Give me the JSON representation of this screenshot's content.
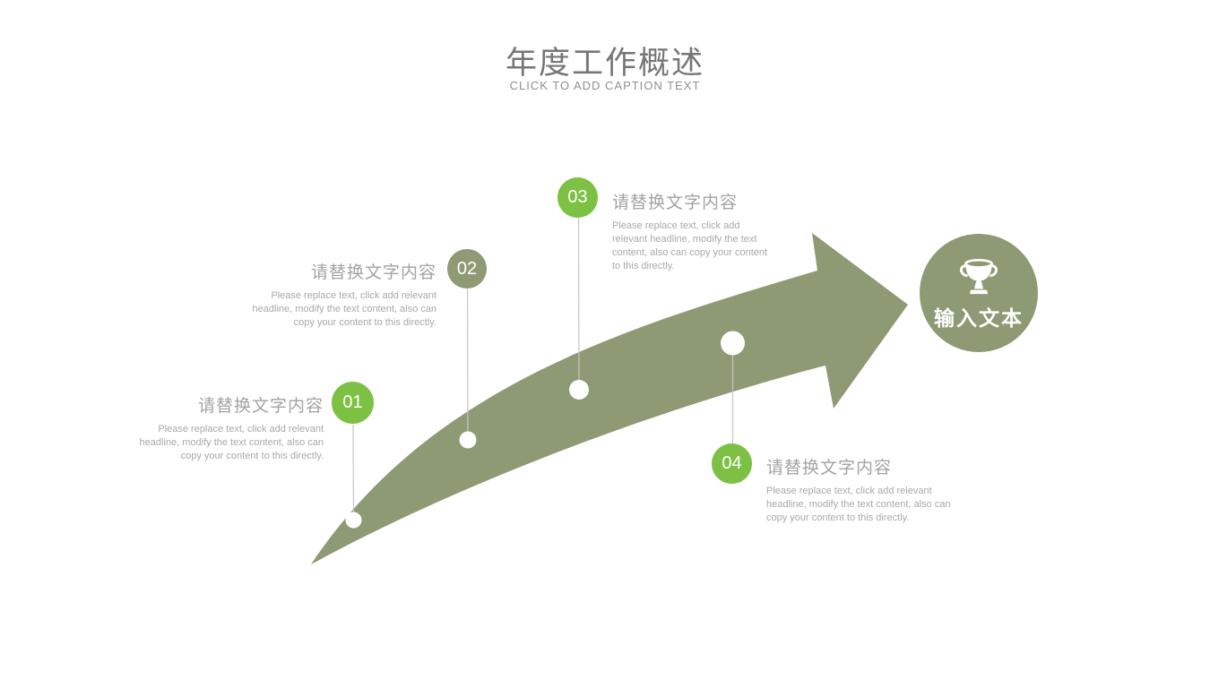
{
  "header": {
    "title": "年度工作概述",
    "subtitle": "CLICK TO ADD CAPTION TEXT"
  },
  "steps": [
    {
      "number": "01",
      "heading": "请替换文字内容",
      "body": "Please replace text, click add relevant\nheadline, modify the text content, also can\ncopy your content to this directly.",
      "badge_color": "#7cc143",
      "text_align": "right"
    },
    {
      "number": "02",
      "heading": "请替换文字内容",
      "body": "Please replace text, click add relevant\nheadline, modify the text content, also can\ncopy your content to this directly.",
      "badge_color": "#8e9a74",
      "text_align": "right"
    },
    {
      "number": "03",
      "heading": "请替换文字内容",
      "body": "Please replace text, click add\nrelevant headline, modify the text\ncontent, also can copy your content\nto this directly.",
      "badge_color": "#7cc143",
      "text_align": "left"
    },
    {
      "number": "04",
      "heading": "请替换文字内容",
      "body": "Please replace text, click add relevant\nheadline, modify the text content, also can\ncopy your content to this directly.",
      "badge_color": "#7cc143",
      "text_align": "left"
    }
  ],
  "goal": {
    "label": "输入文本",
    "icon": "trophy-icon"
  },
  "colors": {
    "arrow_olive": "#8e9a74",
    "bright_green": "#7cc143",
    "title_gray": "#767676",
    "placeholder_gray": "#a9a9a9",
    "connector_gray": "#c6c6c6"
  }
}
